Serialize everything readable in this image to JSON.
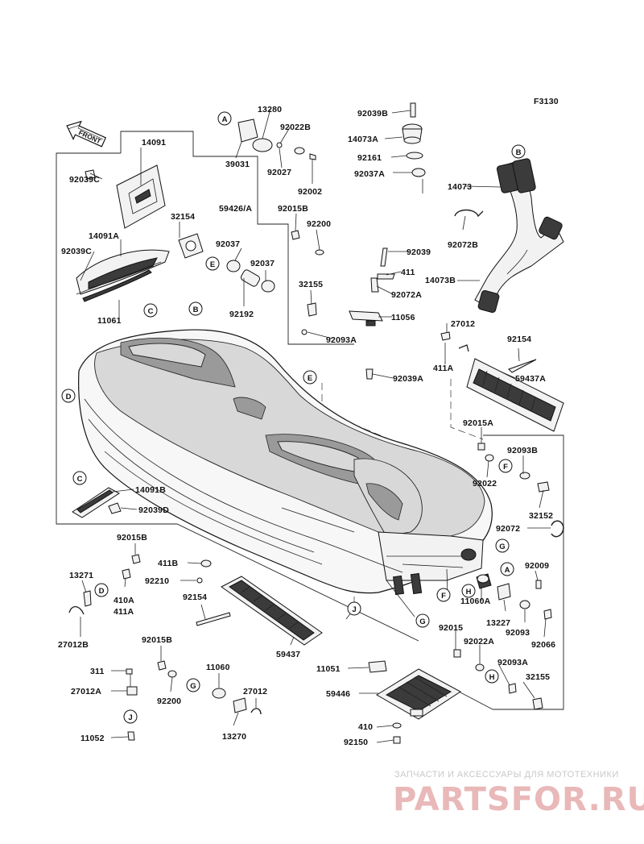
{
  "figure_code": "F3130",
  "front_label": "FRONT",
  "parts": {
    "p14091": "14091",
    "p92039C_1": "92039C",
    "p14091A": "14091A",
    "p92039C_2": "92039C",
    "p11061": "11061",
    "p32154": "32154",
    "p59426A": "59426/A",
    "p92037_1": "92037",
    "p92037_2": "92037",
    "p92192": "92192",
    "p13280": "13280",
    "p92022B": "92022B",
    "p39031": "39031",
    "p92027": "92027",
    "p92002": "92002",
    "p92015B_top": "92015B",
    "p92200_top": "92200",
    "p32155_top": "32155",
    "p92093A_top": "92093A",
    "p92039B": "92039B",
    "p14073A": "14073A",
    "p92161": "92161",
    "p92037A": "92037A",
    "p14073": "14073",
    "p92072B": "92072B",
    "p14073B": "14073B",
    "p92039": "92039",
    "p411_top": "411",
    "p92072A": "92072A",
    "p11056": "11056",
    "p27012": "27012",
    "p411A": "411A",
    "p92154_top": "92154",
    "p59437A": "59437A",
    "p92039A": "92039A",
    "p92015A": "92015A",
    "p92093B": "92093B",
    "p92022": "92022",
    "p32152": "32152",
    "p92072": "92072",
    "p14091B": "14091B",
    "p92039D": "92039D",
    "p92015B_left": "92015B",
    "p13271": "13271",
    "p410A": "410A",
    "p411A_left": "411A",
    "p27012B": "27012B",
    "p411B": "411B",
    "p92210": "92210",
    "p92154_mid": "92154",
    "p59437": "59437",
    "p92015B_bot": "92015B",
    "p311": "311",
    "p27012A": "27012A",
    "p11052": "11052",
    "p92200_bot": "92200",
    "p11060": "11060",
    "p27012_bot": "27012",
    "p13270": "13270",
    "p11051": "11051",
    "p59446": "59446",
    "p410": "410",
    "p92150": "92150",
    "p92009": "92009",
    "p11060A": "11060A",
    "p13227": "13227",
    "p92093": "92093",
    "p92066": "92066",
    "p92015": "92015",
    "p92022A": "92022A",
    "p92093A_bot": "92093A",
    "p32155_bot": "32155"
  },
  "callouts": {
    "A": "A",
    "B": "B",
    "C": "C",
    "D": "D",
    "E": "E",
    "F": "F",
    "G": "G",
    "H": "H",
    "J": "J"
  },
  "watermark": {
    "tagline": "ЗАПЧАСТИ И АКСЕССУАРЫ ДЛЯ МОТОТЕХНИКИ",
    "brand": "PARTSFOR.RU"
  }
}
